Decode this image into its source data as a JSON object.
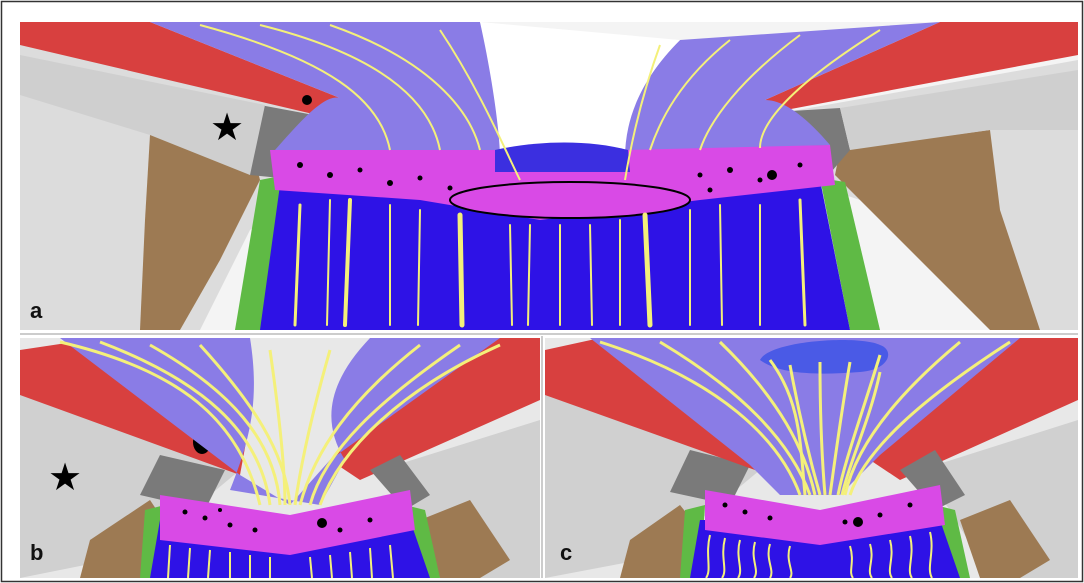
{
  "figure": {
    "panels": [
      {
        "id": "a",
        "label": "a"
      },
      {
        "id": "b",
        "label": "b"
      },
      {
        "id": "c",
        "label": "c"
      }
    ],
    "markers": {
      "star_glyph": "★"
    },
    "colors": {
      "background": "#ffffff",
      "gray_light": "#d8d8d8",
      "gray_dark": "#7a7a7a",
      "red": "#d8403f",
      "lavender": "#8a7ce6",
      "magenta": "#d94ae6",
      "blue": "#2e12e6",
      "green": "#5fba45",
      "brown": "#9d7a53",
      "yellow": "#f4f07a",
      "black": "#000000"
    }
  }
}
